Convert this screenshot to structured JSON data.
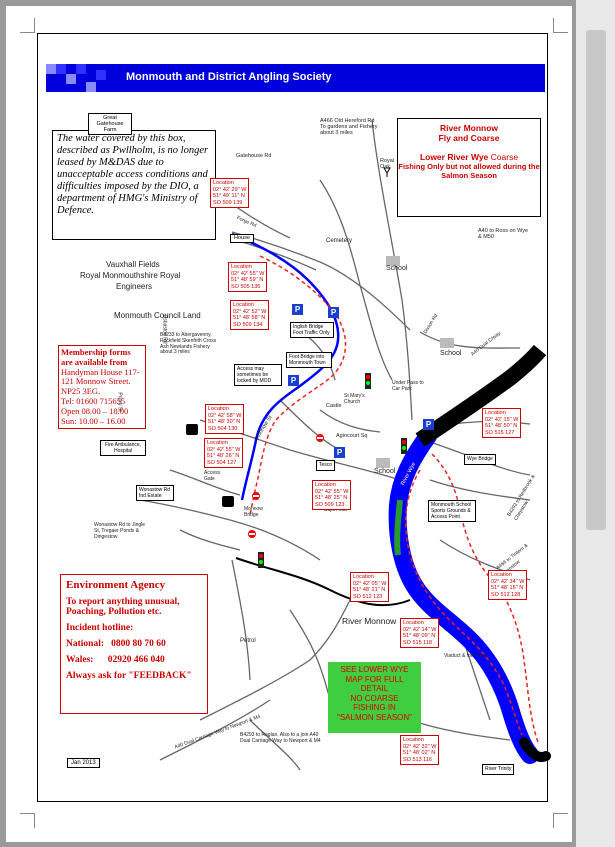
{
  "header": {
    "title": "Monmouth and District Angling Society"
  },
  "colors": {
    "header_band": "#0000dd",
    "fly_coarse_route": "#0000ff",
    "fly_only_route": "#ee2222",
    "notice_red": "#cc0000",
    "river_blue": "#0000ff",
    "green_notice": "#3fce3f"
  },
  "water_notice": "The water covered by this box, described as Pwllholm, is no longer leased by M&DAS due to unacceptable access conditions and difficulties imposed by the DIO, a department of HMG's Ministry of Defence.",
  "legend": {
    "title": "River Monnow",
    "subtitle": "Fly and Coarse",
    "lower_wye": "Lower River Wye",
    "coarse": "Coarse",
    "rule": "Fishing Only but not allowed during the Salmon Season"
  },
  "membership": {
    "title": "Membership forms are available from",
    "address": "Handyman House 117-121 Monnow Street. NP25 3EG.",
    "tel": "Tel: 01600 715655",
    "open": "Open 08.00 – 18.00",
    "sun": "Sun: 10.00 – 16.00"
  },
  "environment": {
    "title": "Environment Agency",
    "line1": "To report anything unusual, Poaching, Pollution etc.",
    "hotline": "Incident hotline:",
    "national_label": "National:",
    "national": "0800 80 70 60",
    "wales_label": "Wales:",
    "wales": "02920 466 040",
    "ask": "Always ask for \"FEEDBACK\""
  },
  "green_notice": [
    "SEE LOWER WYE",
    "MAP FOR FULL",
    "DETAIL",
    "NO COARSE",
    "FISHING IN",
    "\"SALMON SEASON\""
  ],
  "date": "Jan 2013",
  "labels": {
    "vauxhall": "Vauxhall Fields",
    "royal": "Royal Monmouthshire Royal",
    "engineers": "Engineers",
    "council": "Monmouth Council Land",
    "river_monnow": "River Monnow",
    "school1": "School",
    "school2": "School",
    "school3": "School",
    "cemetery": "Cemetery",
    "royal_oak": "Royal Oak",
    "petrol": "Petrol",
    "wye_bridge": "Wye Bridge",
    "great_gatehouse": "Great Gatehouse Farm",
    "gatehouse_rd": "Gatehouse Rd",
    "a466": "A466 Old Hereford Rd To gardens and Fishery about 3 miles",
    "a40_ross": "A40 to Ross on Wye & M50",
    "dixton": "Dixton Rd",
    "a40_dual": "A40 Dual C/way",
    "b4233": "B4233 to Abergavenny, Rockfield Skenfrith Cross Ash Newlands Fishery about 3 miles",
    "footbridge": "Foot Bridge into Monmouth Town",
    "access_locked": "Access may sometimes be locked by MOD",
    "st_marys": "St Mary's Church",
    "agincourt": "Agincourt Sq",
    "castle": "Castle",
    "under_pass": "Under Pass to Car Park",
    "monnow_st": "Monnow St",
    "fire": "Fire Ambulance, Hospital",
    "access_gate": "Access Gate",
    "wonastow": "Wonastow Rd Ind Estate",
    "wonastow2": "Wonastow Rd to Jingle St, Tregaer Ponds & Dingestow",
    "monmouth_school": "Monmouth School Sports Grounds & Access Point",
    "monnow_bridge": "Monnow Bridge",
    "school_rd": "Monmouth Schl",
    "tesco": "Tesco",
    "super_mkt": "Super Mkt",
    "viaduct": "Viaduct & foot Path",
    "redbrook": "B4293 to Redbrook & Chepstow",
    "m50_a": "A466 to Tintern & Chepstow",
    "b4293": "B4293 to Raglan. Also to a join A40 Dual Carriage Way to Newport & M4",
    "a40_dual2": "A40 Dual Carriage Way to Newport & M4",
    "osbaston": "Osbaston Rd",
    "weirhead": "Weirhead St",
    "priory": "Priory St",
    "river_trinity": "River Trinity",
    "wye_river": "River Wye",
    "forge_rd": "Forge Rd",
    "inglish_bridge": "Inglish Bridge Foot Traffic Only",
    "wrt_house": "House"
  },
  "locations": [
    {
      "l1": "Location",
      "l2": "02° 42' 29'' W",
      "l3": "51° 49' 11'' N",
      "l4": "SO 509 139"
    },
    {
      "l1": "Location",
      "l2": "02° 42' 55'' W",
      "l3": "51° 48' 59'' N",
      "l4": "SO 505 135"
    },
    {
      "l1": "Location",
      "l2": "02° 42' 52'' W",
      "l3": "51° 48' 58'' N",
      "l4": "SO 509 134"
    },
    {
      "l1": "Location",
      "l2": "02° 42' 58'' W",
      "l3": "51° 48' 30'' N",
      "l4": "SO 504 130"
    },
    {
      "l1": "Location",
      "l2": "02° 42' 55'' W",
      "l3": "51° 48' 26'' N",
      "l4": "SO 504 127"
    },
    {
      "l1": "Location",
      "l2": "02° 42' 55'' W",
      "l3": "51° 48' 25'' N",
      "l4": "SO 509 123"
    },
    {
      "l1": "Location",
      "l2": "02° 42' 15'' W",
      "l3": "51° 48' 50'' N",
      "l4": "SO 515 127"
    },
    {
      "l1": "Location",
      "l2": "02° 42' 05'' W",
      "l3": "51° 48' 21'' N",
      "l4": "SO 512 123"
    },
    {
      "l1": "Location",
      "l2": "02° 42' 34'' W",
      "l3": "51° 48' 16'' N",
      "l4": "SO 512 128"
    },
    {
      "l1": "Location",
      "l2": "02° 42' 14'' W",
      "l3": "51° 48' 09'' N",
      "l4": "SO 515 118"
    },
    {
      "l1": "Location",
      "l2": "02° 42' 32'' W",
      "l3": "51° 48' 02'' N",
      "l4": "SO 513 116"
    }
  ]
}
